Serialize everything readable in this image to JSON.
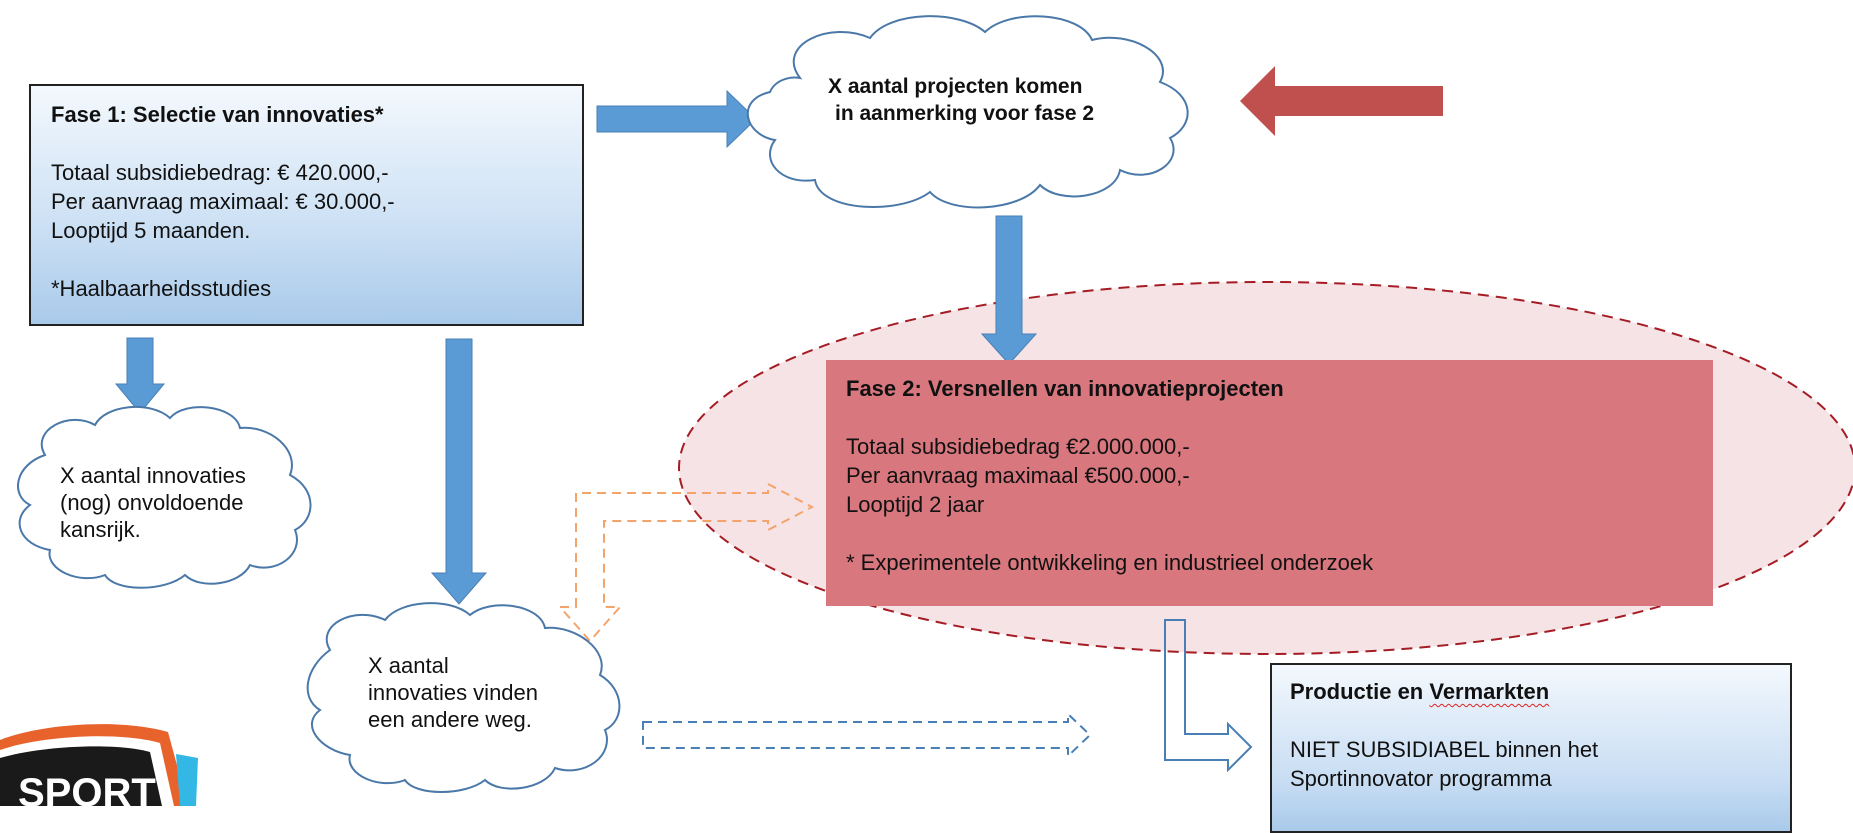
{
  "phase1": {
    "title": "Fase 1: Selectie van innovaties*",
    "budget": "Totaal subsidiebedrag: € 420.000,-",
    "per_request": "Per aanvraag maximaal: € 30.000,-",
    "duration": "Looptijd 5 maanden.",
    "note": "*Haalbaarheidsstudies"
  },
  "cloud_top": {
    "line1": "X aantal projecten komen",
    "line2": "in aanmerking voor fase 2"
  },
  "cloud_left": {
    "line1": "X aantal innovaties",
    "line2": "(nog) onvoldoende",
    "line3": "kansrijk."
  },
  "cloud_bottom": {
    "line1": "X aantal",
    "line2": "innovaties vinden",
    "line3": "een andere weg."
  },
  "phase2": {
    "title": "Fase 2: Versnellen van innovatieprojecten",
    "budget": "Totaal subsidiebedrag €2.000.000,-",
    "per_request": "Per aanvraag maximaal €500.000,-",
    "duration": "Looptijd 2 jaar",
    "note": "* Experimentele ontwikkeling en industrieel onderzoek"
  },
  "production": {
    "title_part1": "Productie en ",
    "title_part2": "Vermarkten",
    "line1": "NIET SUBSIDIABEL binnen het",
    "line2": "Sportinnovator programma"
  },
  "logo": {
    "text": "SPORT"
  },
  "colors": {
    "blue_arrow": "#5b9bd5",
    "red_arrow": "#c0504d",
    "orange_dashed": "#f4a36b",
    "ellipse_border": "#a51c24",
    "ellipse_fill": "#f6e3e5",
    "phase2_fill": "#d9777f"
  }
}
